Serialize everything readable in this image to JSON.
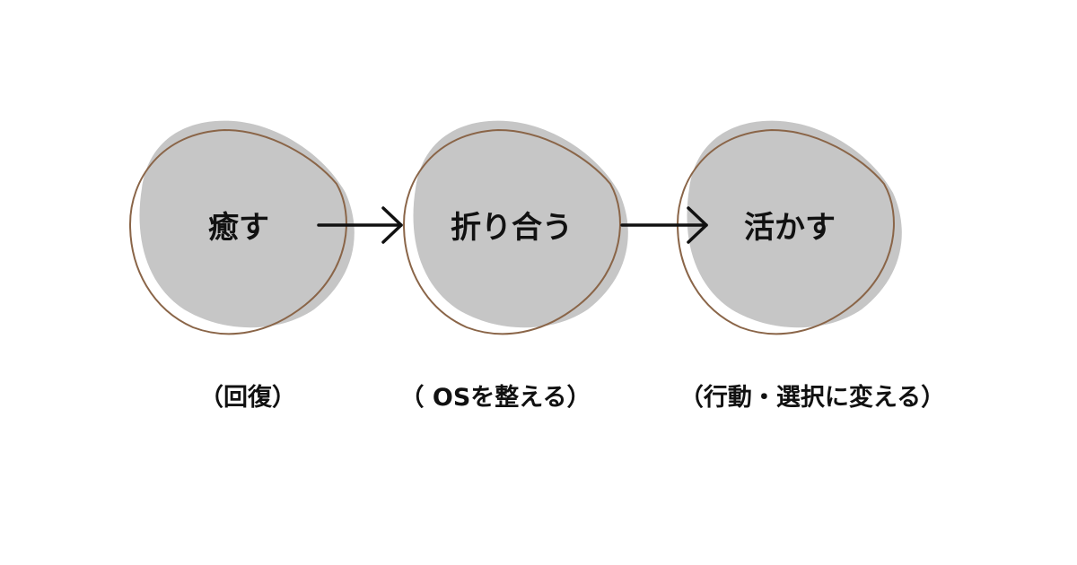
{
  "colors": {
    "blob_fill": "#c6c6c6",
    "outline": "#8a6548",
    "arrow": "#111111"
  },
  "steps": [
    {
      "label": "癒す",
      "sub": "（回復）"
    },
    {
      "label": "折り合う",
      "sub": "（ OSを整える）"
    },
    {
      "label": "活かす",
      "sub": "（行動・選択に変える）"
    }
  ]
}
